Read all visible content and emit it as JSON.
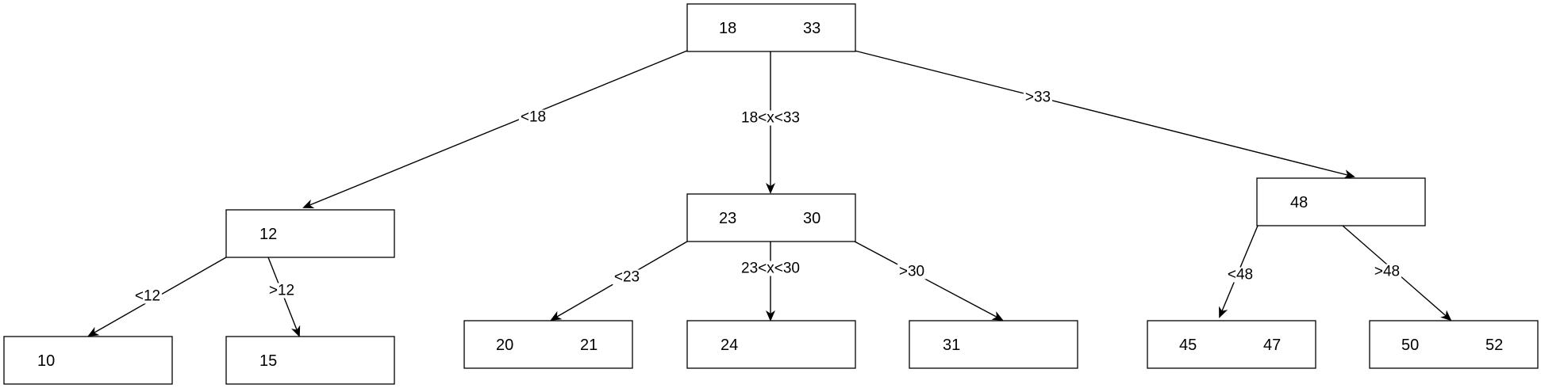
{
  "tree": {
    "nodes": [
      {
        "id": "root",
        "keys": [
          "18",
          "33"
        ]
      },
      {
        "id": "left",
        "keys": [
          "12"
        ]
      },
      {
        "id": "mid",
        "keys": [
          "23",
          "30"
        ]
      },
      {
        "id": "right",
        "keys": [
          "48"
        ]
      },
      {
        "id": "leaf10",
        "keys": [
          "10"
        ]
      },
      {
        "id": "leaf15",
        "keys": [
          "15"
        ]
      },
      {
        "id": "leaf20",
        "keys": [
          "20",
          "21"
        ]
      },
      {
        "id": "leaf24",
        "keys": [
          "24"
        ]
      },
      {
        "id": "leaf31",
        "keys": [
          "31"
        ]
      },
      {
        "id": "leaf45",
        "keys": [
          "45",
          "47"
        ]
      },
      {
        "id": "leaf50",
        "keys": [
          "50",
          "52"
        ]
      }
    ],
    "edges": [
      {
        "from": "root",
        "to": "left",
        "label": "<18"
      },
      {
        "from": "root",
        "to": "mid",
        "label": "18<x<33"
      },
      {
        "from": "root",
        "to": "right",
        "label": ">33"
      },
      {
        "from": "left",
        "to": "leaf10",
        "label": "<12"
      },
      {
        "from": "left",
        "to": "leaf15",
        "label": ">12"
      },
      {
        "from": "mid",
        "to": "leaf20",
        "label": "<23"
      },
      {
        "from": "mid",
        "to": "leaf24",
        "label": "23<x<30"
      },
      {
        "from": "mid",
        "to": "leaf31",
        "label": ">30"
      },
      {
        "from": "right",
        "to": "leaf45",
        "label": "<48"
      },
      {
        "from": "right",
        "to": "leaf50",
        "label": ">48"
      }
    ]
  },
  "colors": {
    "stroke": "#000000",
    "fill": "#ffffff",
    "text": "#000000"
  }
}
